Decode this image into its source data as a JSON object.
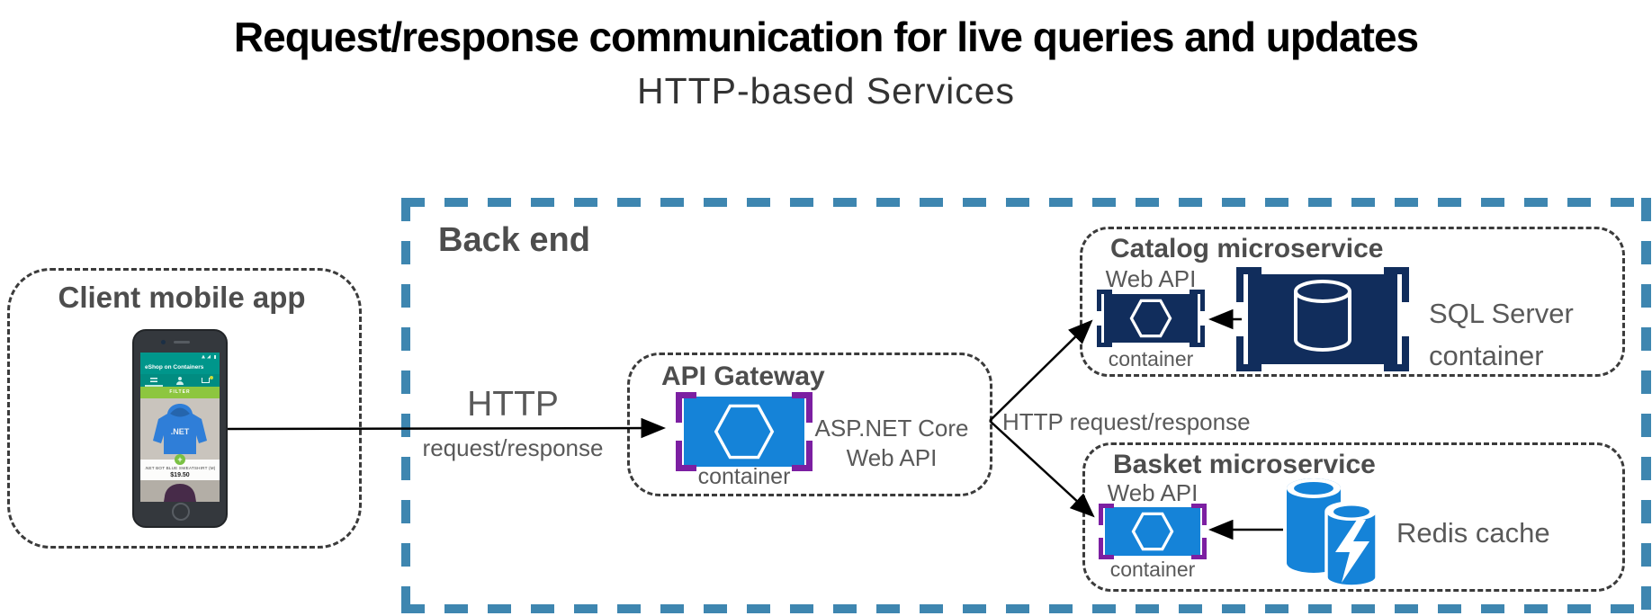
{
  "title": "Request/response communication for live queries and updates",
  "subtitle": "HTTP-based Services",
  "client": {
    "label": "Client mobile app",
    "phone": {
      "app_title": "eShop on Containers",
      "filter_label": "FILTER",
      "hoodie_logo": ".NET",
      "product_name": ".NET BOT BLUE SWEATSHIRT (M)",
      "product_price": "$19.50"
    }
  },
  "backend": {
    "label": "Back end"
  },
  "client_arrow": {
    "line1": "HTTP",
    "line2": "request/response"
  },
  "api_gateway": {
    "title": "API Gateway",
    "container_caption": "container",
    "desc_line1": "ASP.NET Core",
    "desc_line2": "Web API"
  },
  "fanout_label": "HTTP request/response",
  "catalog": {
    "title": "Catalog microservice",
    "web_api": "Web API",
    "container_caption": "container",
    "db_line1": "SQL Server",
    "db_line2": "container"
  },
  "basket": {
    "title": "Basket microservice",
    "web_api": "Web API",
    "container_caption": "container",
    "cache_label": "Redis cache"
  },
  "colors": {
    "backend_border_blue": "#3E86B0",
    "container_blue": "#1583D8",
    "container_navy": "#112D5C",
    "bracket_purple": "#7C1FA2",
    "phone_teal": "#00968B",
    "filter_green": "#8DC63F",
    "label_gray": "#595959"
  }
}
